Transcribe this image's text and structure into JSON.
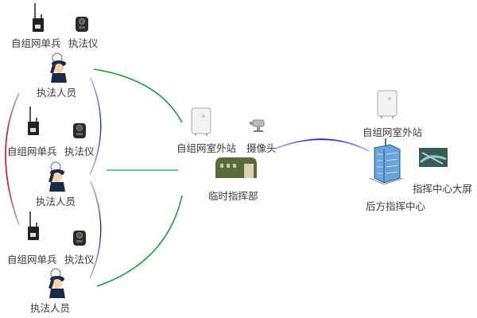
{
  "groups": [
    {
      "radio_label": "自组网单兵",
      "recorder_label": "执法仪",
      "officer_label": "执法人员"
    },
    {
      "radio_label": "自组网单兵",
      "recorder_label": "执法仪",
      "officer_label": "执法人员"
    },
    {
      "radio_label": "自组网单兵",
      "recorder_label": "执法仪",
      "officer_label": "执法人员"
    }
  ],
  "field_post": {
    "base_station_label": "自组网室外站",
    "camera_label": "摄像头",
    "tent_label": "临时指挥部"
  },
  "rear_center": {
    "base_station_label": "自组网室外站",
    "screen_label": "指挥中心大屏",
    "building_label": "后方指挥中心"
  },
  "colors": {
    "green_link": "#1e9a3a",
    "light_green_link": "#6cc890",
    "blue_link": "#2233aa",
    "red_link": "#cc1122"
  }
}
